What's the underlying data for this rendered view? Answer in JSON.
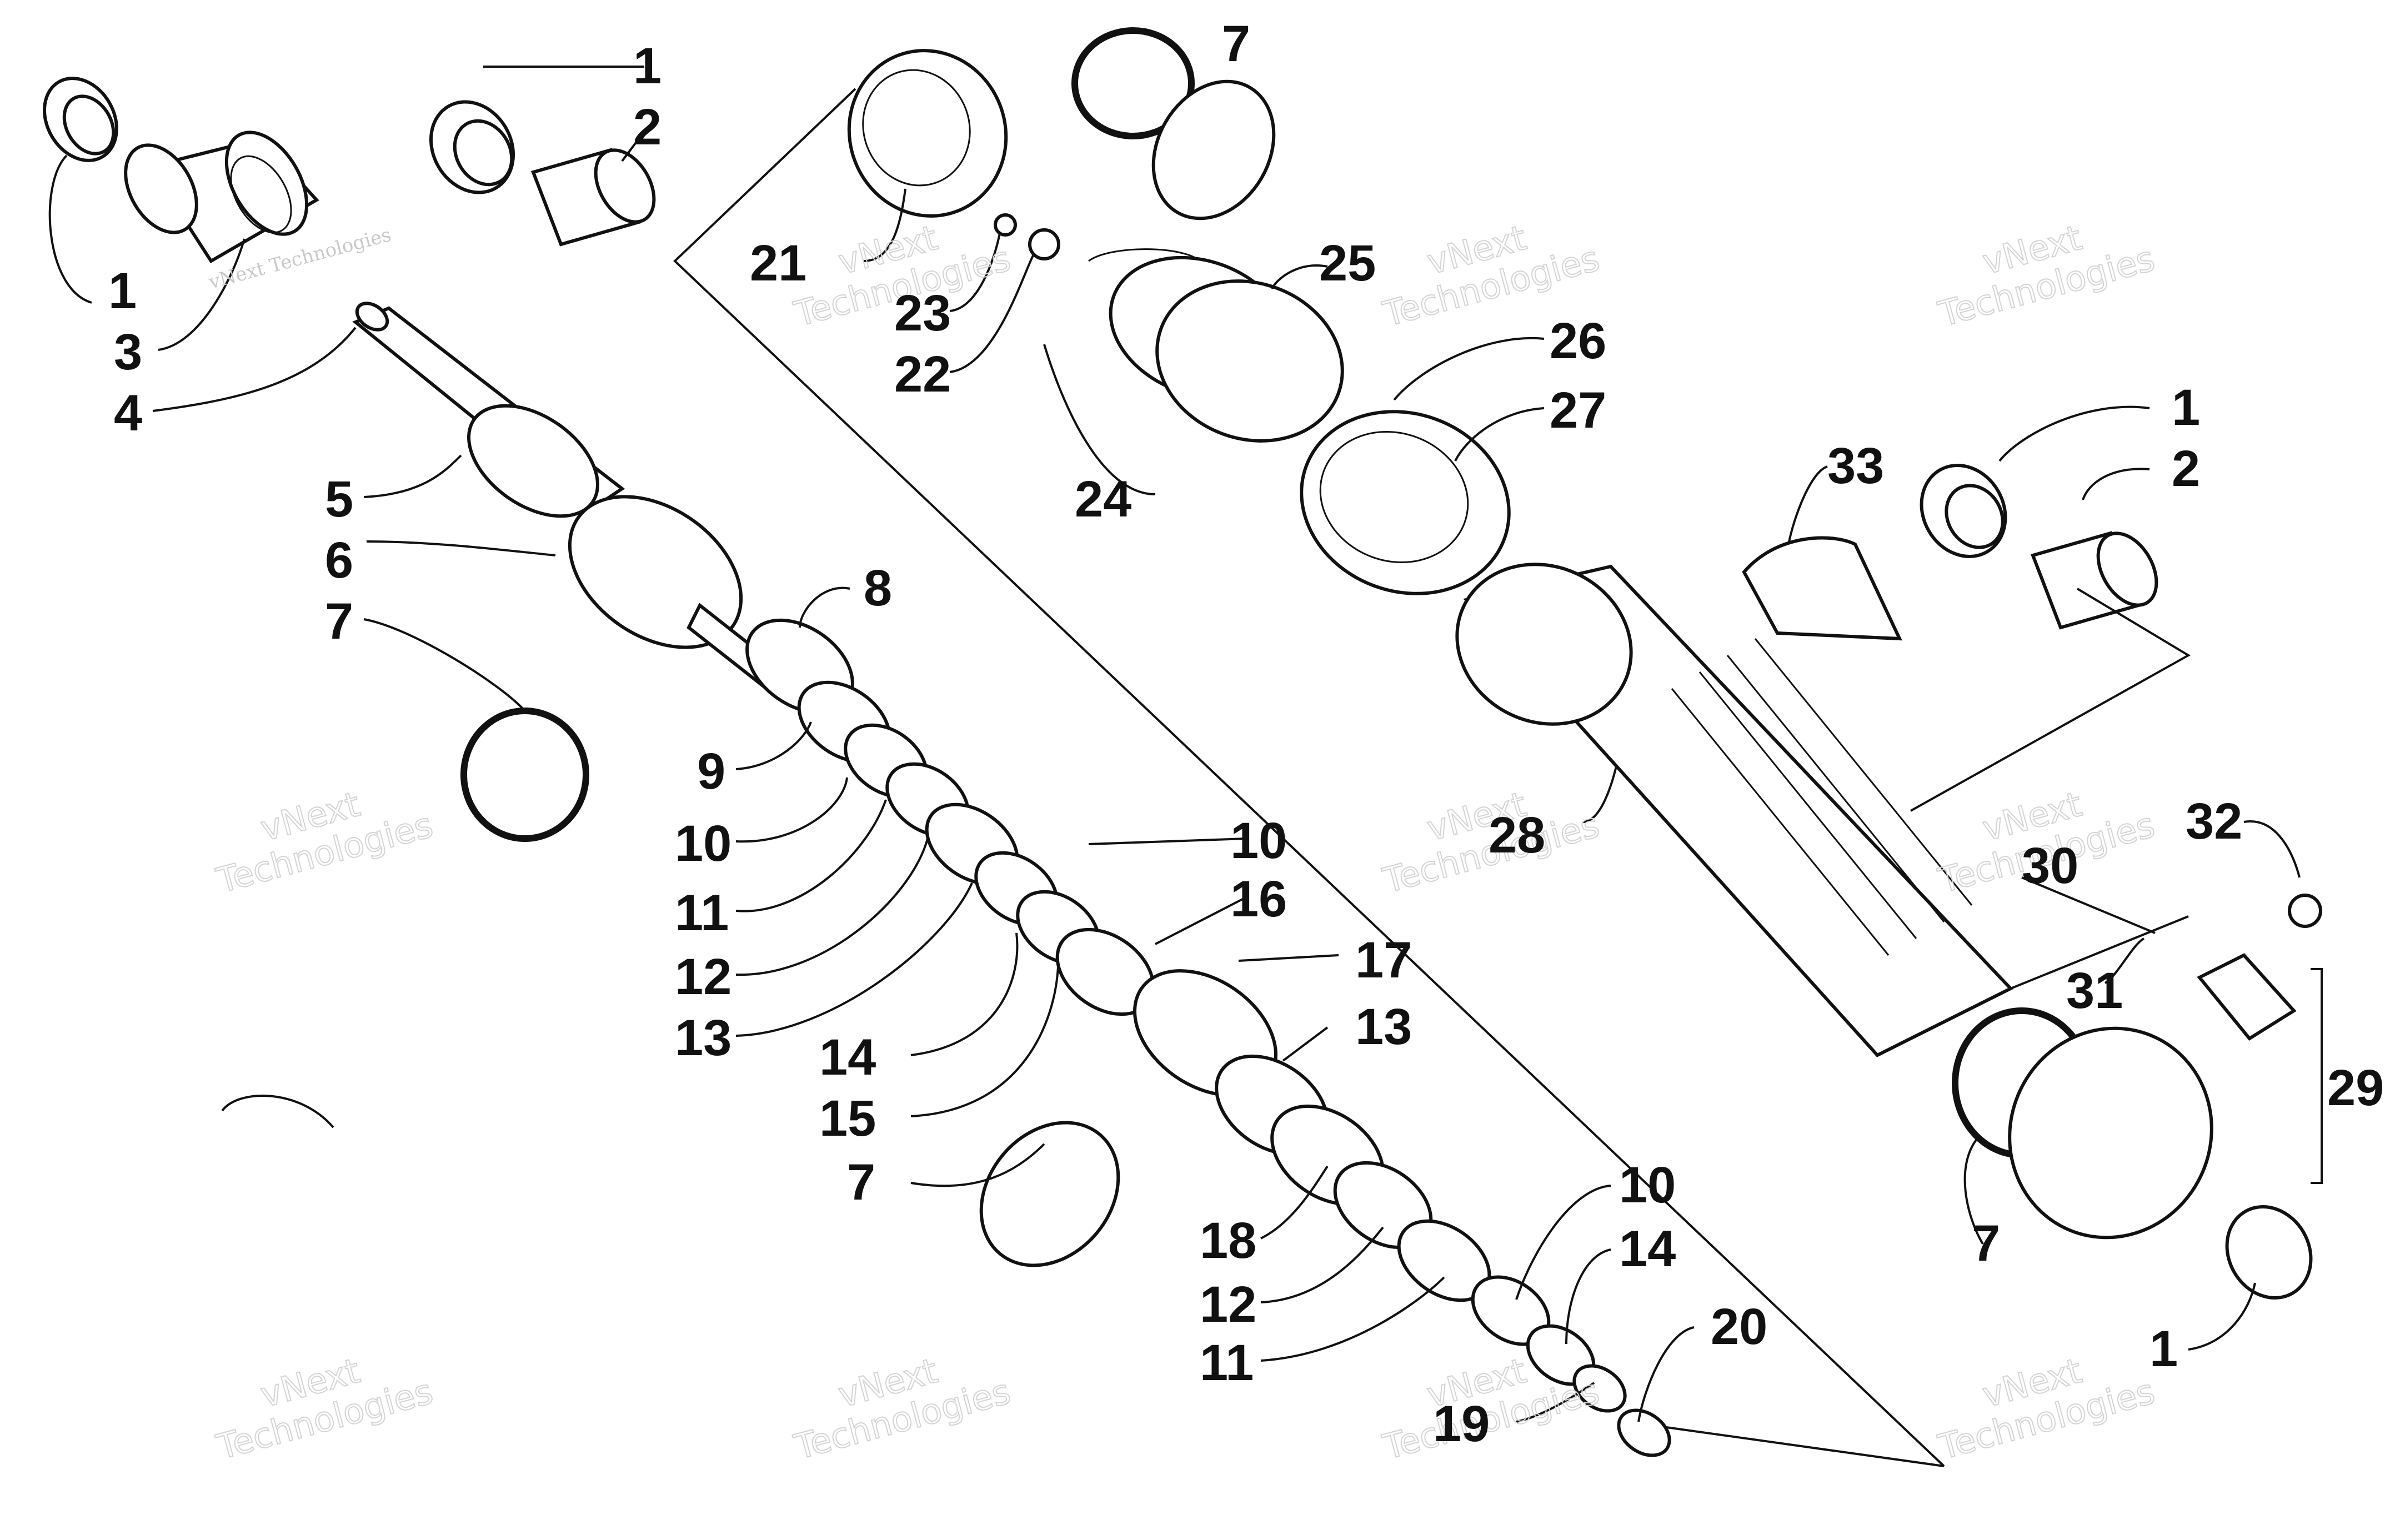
{
  "diagram": {
    "callouts": [
      {
        "id": "c1a",
        "text": "1"
      },
      {
        "id": "c2a",
        "text": "2"
      },
      {
        "id": "c1b",
        "text": "1"
      },
      {
        "id": "c3",
        "text": "3"
      },
      {
        "id": "c4",
        "text": "4"
      },
      {
        "id": "c5",
        "text": "5"
      },
      {
        "id": "c6",
        "text": "6"
      },
      {
        "id": "c7a",
        "text": "7"
      },
      {
        "id": "c8",
        "text": "8"
      },
      {
        "id": "c9",
        "text": "9"
      },
      {
        "id": "c10a",
        "text": "10"
      },
      {
        "id": "c11a",
        "text": "11"
      },
      {
        "id": "c12a",
        "text": "12"
      },
      {
        "id": "c13a",
        "text": "13"
      },
      {
        "id": "c10b",
        "text": "10"
      },
      {
        "id": "c16",
        "text": "16"
      },
      {
        "id": "c17",
        "text": "17"
      },
      {
        "id": "c13b",
        "text": "13"
      },
      {
        "id": "c14a",
        "text": "14"
      },
      {
        "id": "c15",
        "text": "15"
      },
      {
        "id": "c7b",
        "text": "7"
      },
      {
        "id": "c18",
        "text": "18"
      },
      {
        "id": "c12b",
        "text": "12"
      },
      {
        "id": "c11b",
        "text": "11"
      },
      {
        "id": "c10c",
        "text": "10"
      },
      {
        "id": "c14b",
        "text": "14"
      },
      {
        "id": "c20",
        "text": "20"
      },
      {
        "id": "c19",
        "text": "19"
      },
      {
        "id": "c7c",
        "text": "7"
      },
      {
        "id": "c21",
        "text": "21"
      },
      {
        "id": "c23",
        "text": "23"
      },
      {
        "id": "c22",
        "text": "22"
      },
      {
        "id": "c25",
        "text": "25"
      },
      {
        "id": "c24",
        "text": "24"
      },
      {
        "id": "c26",
        "text": "26"
      },
      {
        "id": "c27",
        "text": "27"
      },
      {
        "id": "c33",
        "text": "33"
      },
      {
        "id": "c1c",
        "text": "1"
      },
      {
        "id": "c2b",
        "text": "2"
      },
      {
        "id": "c28",
        "text": "28"
      },
      {
        "id": "c32",
        "text": "32"
      },
      {
        "id": "c30",
        "text": "30"
      },
      {
        "id": "c31",
        "text": "31"
      },
      {
        "id": "c29",
        "text": "29"
      },
      {
        "id": "c7d",
        "text": "7"
      },
      {
        "id": "c1d",
        "text": "1"
      }
    ],
    "watermark": {
      "line1": "vNext Technologies",
      "line2": "vNext",
      "line3": "Technologies"
    }
  }
}
